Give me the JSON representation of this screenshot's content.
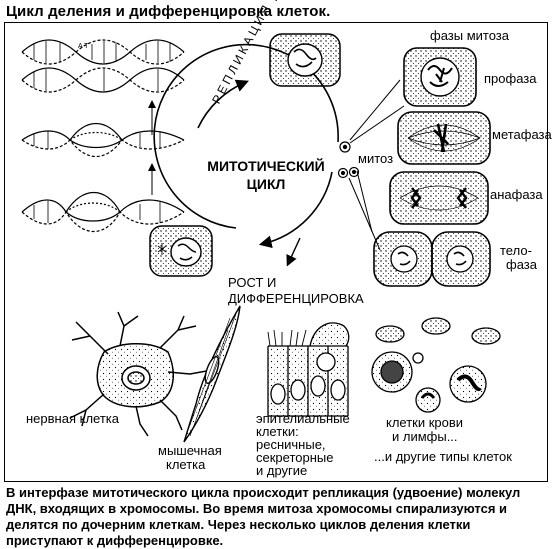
{
  "title": "Цикл деления и дифференцировка клеток.",
  "labels": {
    "mitosis_phases": "фазы митоза",
    "prophase": "профаза",
    "metaphase": "метафаза",
    "anaphase": "анафаза",
    "telophase_1": "тело-",
    "telophase_2": "фаза",
    "mitosis": "митоз",
    "cycle_1": "МИТОТИЧЕСКИЙ",
    "cycle_2": "ЦИКЛ",
    "replication": "РЕПЛИКАЦИЯ ДНК",
    "growth_1": "РОСТ  И",
    "growth_2": "ДИФФЕРЕНЦИРОВКА",
    "nerve_cell": "нервная клетка",
    "muscle_1": "мышечная",
    "muscle_2": "клетка",
    "epi_1": "эпителиальные",
    "epi_2": "клетки:",
    "epi_3": "ресничные,",
    "epi_4": "секреторные",
    "epi_5": "и другие",
    "blood_1": "клетки крови",
    "blood_2": "и лимфы...",
    "other_types": "...и другие типы клеток"
  },
  "caption": "В интерфазе митотического цикла происходит репликация (удвоение) молекул ДНК, входящих в хромосомы. Во время митоза хромосомы спирализуются и делятся по дочерним клеткам. Через несколько циклов деления клетки приступают к дифференцировке."
}
